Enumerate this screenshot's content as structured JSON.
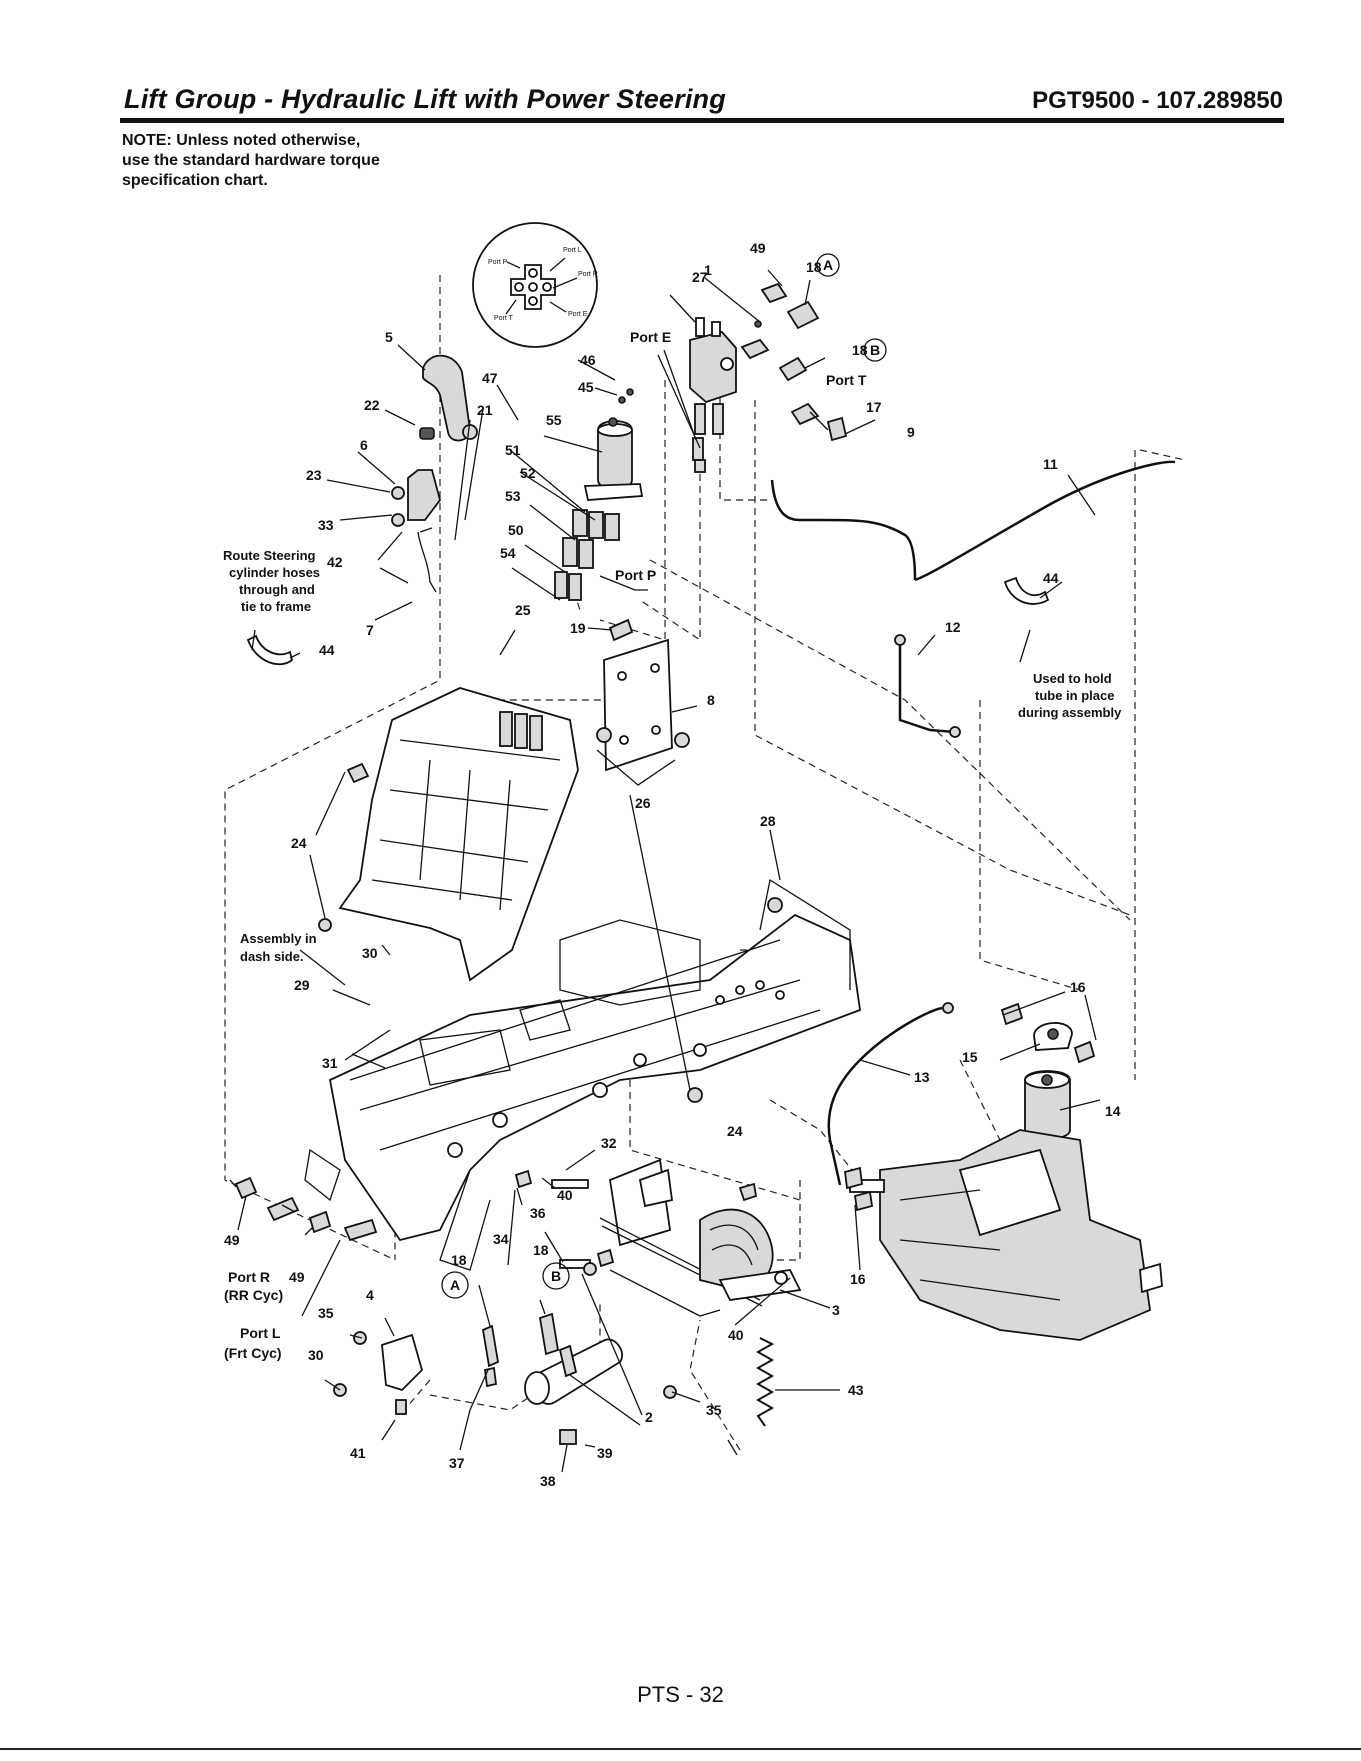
{
  "header": {
    "title": "Lift Group - Hydraulic Lift with Power Steering",
    "model": "PGT9500 - 107.289850"
  },
  "note": {
    "line1": "NOTE: Unless noted otherwise,",
    "line2": "use the standard hardware torque",
    "line3": "specification chart."
  },
  "callouts": {
    "c1": "1",
    "c2": "2",
    "c3": "3",
    "c4": "4",
    "c5": "5",
    "c6": "6",
    "c7": "7",
    "c8": "8",
    "c9": "9",
    "c11": "11",
    "c12": "12",
    "c13": "13",
    "c14": "14",
    "c15": "15",
    "c16a": "16",
    "c16b": "16",
    "c17": "17",
    "c18a": "18",
    "c18b": "18",
    "c18c": "18",
    "c18d": "18",
    "c19": "19",
    "c21": "21",
    "c22": "22",
    "c23": "23",
    "c24a": "24",
    "c24b": "24",
    "c25": "25",
    "c26": "26",
    "c27": "27",
    "c28": "28",
    "c29": "29",
    "c30a": "30",
    "c30b": "30",
    "c31": "31",
    "c32": "32",
    "c33": "33",
    "c34": "34",
    "c35a": "35",
    "c35b": "35",
    "c36": "36",
    "c37": "37",
    "c38": "38",
    "c39": "39",
    "c40a": "40",
    "c40b": "40",
    "c41": "41",
    "c42": "42",
    "c43": "43",
    "c44a": "44",
    "c44b": "44",
    "c45": "45",
    "c46": "46",
    "c47": "47",
    "c49a": "49",
    "c49b": "49",
    "c49c": "49",
    "c50": "50",
    "c51": "51",
    "c52": "52",
    "c53": "53",
    "c54": "54",
    "c55": "55"
  },
  "circle_letters": {
    "a1": "A",
    "b1": "B",
    "a2": "A",
    "b2": "B"
  },
  "ports": {
    "port_e": "Port E",
    "port_t": "Port T",
    "port_p": "Port P",
    "port_r": "Port R",
    "rr_cyc": "(RR Cyc)",
    "port_l": "Port L",
    "frt_cyc": "(Frt Cyc)"
  },
  "inset_ports": {
    "p": "Port P",
    "l": "Port L",
    "r": "Port R",
    "t": "Port T",
    "e": "Port E"
  },
  "notes": {
    "route_1": "Route Steering",
    "route_2": "cylinder hoses",
    "route_3": "through and",
    "route_4": "tie to frame",
    "used_1": "Used to hold",
    "used_2": "tube in place",
    "used_3": "during assembly",
    "assy_1": "Assembly in",
    "assy_2": "dash side."
  },
  "footer": {
    "page": "PTS - 32"
  }
}
